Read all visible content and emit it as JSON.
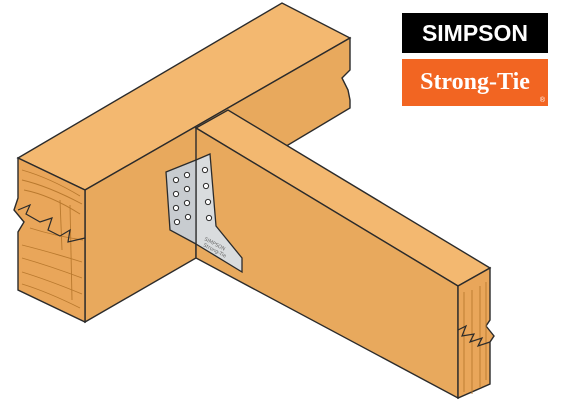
{
  "logo": {
    "brand_top": "SIMPSON",
    "brand_bottom": "Strong-Tie",
    "registered_mark": "®",
    "top_color": "#000000",
    "bottom_color": "#f26522"
  },
  "bracket": {
    "stamp_line1": "SIMPSON",
    "stamp_line2": "Strong-Tie"
  },
  "colors": {
    "wood_top": "#f3b870",
    "wood_side": "#e8a95d",
    "wood_end": "#e9a65a",
    "wood_grain": "#b9792e",
    "outline": "#2b2b2b",
    "steel": "#d9dcde"
  }
}
